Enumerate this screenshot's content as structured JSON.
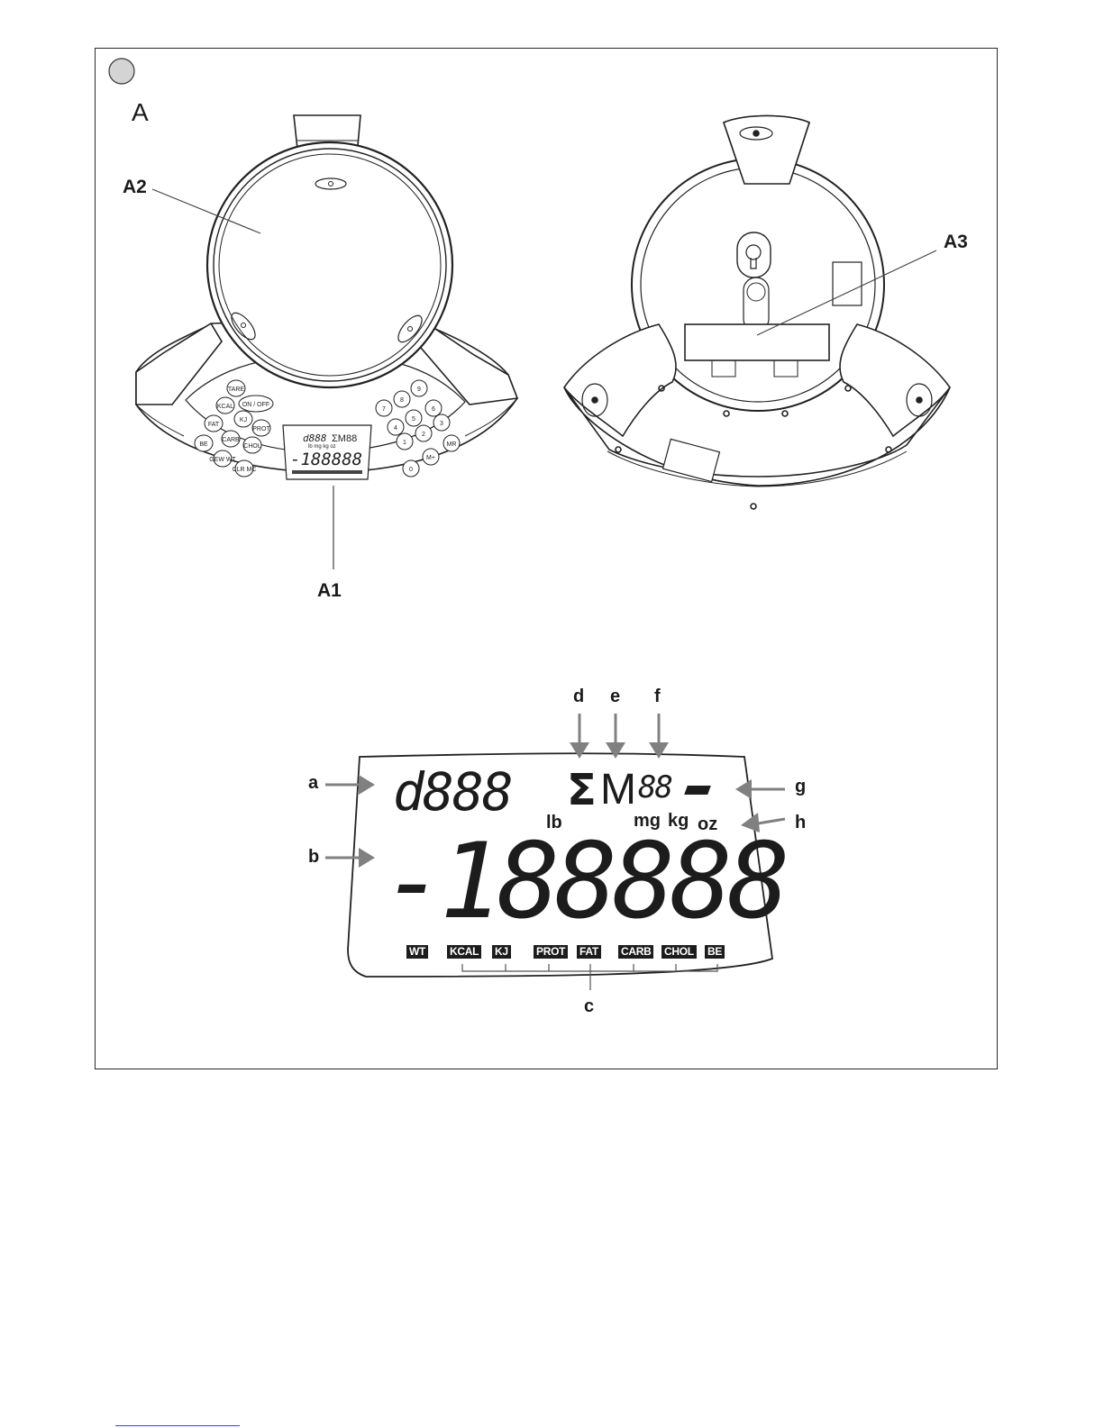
{
  "figure": {
    "section_letter": "A",
    "part_labels": {
      "a1": "A1",
      "a2": "A2",
      "a3": "A3"
    },
    "callouts": {
      "a": "a",
      "b": "b",
      "c": "c",
      "d": "d",
      "e": "e",
      "f": "f",
      "g": "g",
      "h": "h"
    }
  },
  "lcd": {
    "small_digits": "d888",
    "sigma": "Σ",
    "memory": "M",
    "memory_digits": "88",
    "main_digits": "-188888",
    "units": {
      "lb": "lb",
      "mg": "mg",
      "kg": "kg",
      "oz": "oz"
    },
    "nutrient_tags": [
      "WT",
      "KCAL",
      "KJ",
      "PROT",
      "FAT",
      "CARB",
      "CHOL",
      "BE"
    ]
  },
  "scale_front": {
    "keys": {
      "tare": "TARE",
      "onoff": "ON / OFF",
      "kcal": "KCAL",
      "kj": "KJ",
      "fat": "FAT",
      "prot": "PROT",
      "be": "BE",
      "carb": "CARB",
      "chol": "CHOL",
      "gewt": "GEW WT",
      "clrmc": "CLR MC",
      "digits": [
        "7",
        "8",
        "9",
        "4",
        "5",
        "6",
        "1",
        "2",
        "3",
        "0"
      ],
      "mplus": "M+",
      "mr": "MR"
    },
    "mini_lcd": {
      "top": "d888",
      "sigma": "ΣM88",
      "main": "-188888",
      "units": "lb   mg kg oz"
    }
  },
  "colors": {
    "line": "#222222",
    "arrow": "#808080",
    "badge": "#1c1c1c",
    "fill_light": "#f2f2f2",
    "circle_badge": "#d4d4d4"
  }
}
